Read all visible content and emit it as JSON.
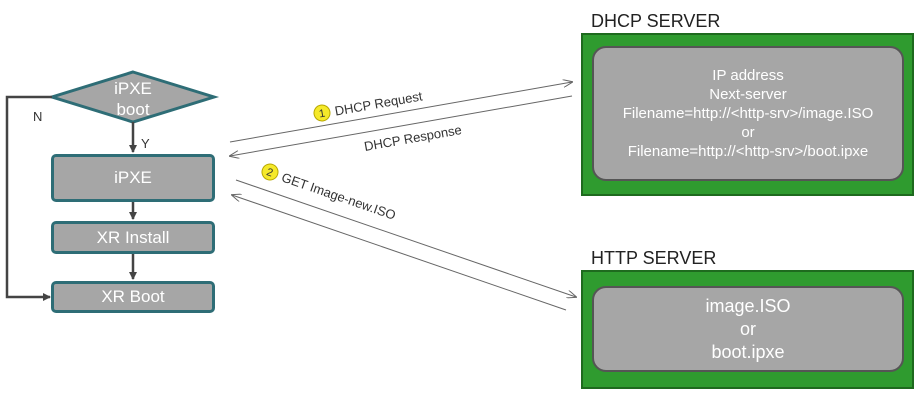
{
  "flow": {
    "decision": {
      "line1": "iPXE",
      "line2": "boot"
    },
    "no_label": "N",
    "yes_label": "Y",
    "steps": [
      "iPXE",
      "XR Install",
      "XR Boot"
    ]
  },
  "messages": [
    {
      "number": "1",
      "text": "DHCP Request"
    },
    {
      "number": "",
      "text": "DHCP Response"
    },
    {
      "number": "2",
      "text": "GET Image-new.ISO"
    }
  ],
  "dhcp_server": {
    "title": "DHCP SERVER",
    "lines": [
      "IP address",
      "Next-server",
      "Filename=http://<http-srv>/image.ISO",
      "or",
      "Filename=http://<http-srv>/boot.ipxe"
    ]
  },
  "http_server": {
    "title": "HTTP SERVER",
    "lines": [
      "image.ISO",
      "or",
      "boot.ipxe"
    ]
  },
  "colors": {
    "flow_fill": "#a6a6a6",
    "flow_border": "#2e6d76",
    "server_green": "#2f9b2f",
    "badge_yellow": "#f5e92a",
    "arrow": "#444444"
  }
}
